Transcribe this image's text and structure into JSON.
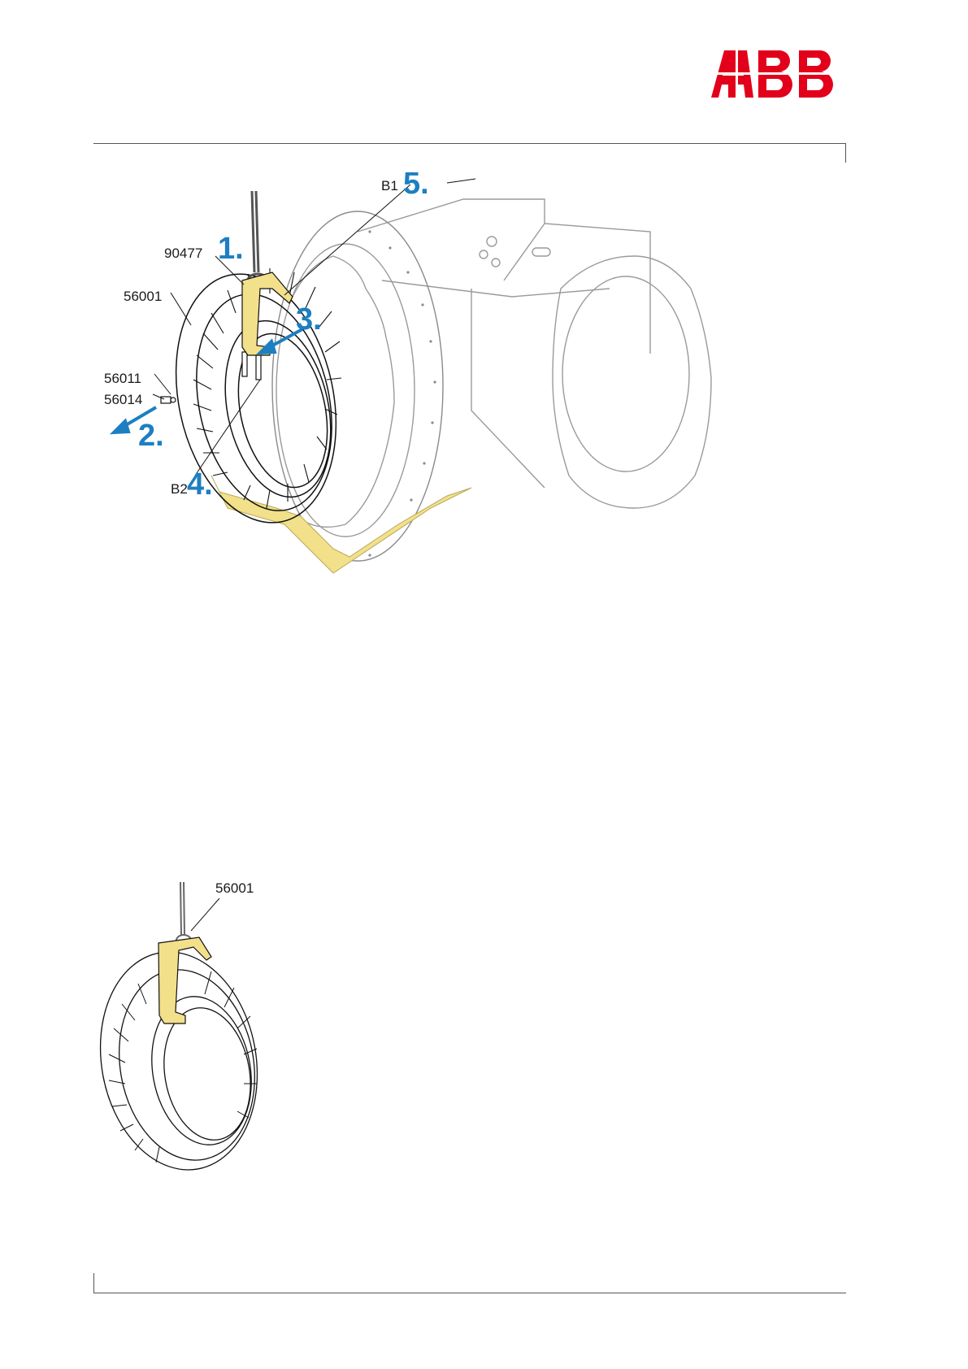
{
  "header": {
    "logo_text": "ABB",
    "logo_color": "#e2001a"
  },
  "figure1": {
    "callouts": {
      "b1": "B1",
      "b2": "B2",
      "part_90477": "90477",
      "part_56001": "56001",
      "part_56011": "56011",
      "part_56014": "56014"
    },
    "steps": {
      "s1": "1.",
      "s2": "2.",
      "s3": "3.",
      "s4": "4.",
      "s5": "5."
    },
    "step_color": "#1d7fc1",
    "tool_color": "#f2e08a"
  },
  "figure2": {
    "callouts": {
      "part_56001": "56001"
    }
  }
}
